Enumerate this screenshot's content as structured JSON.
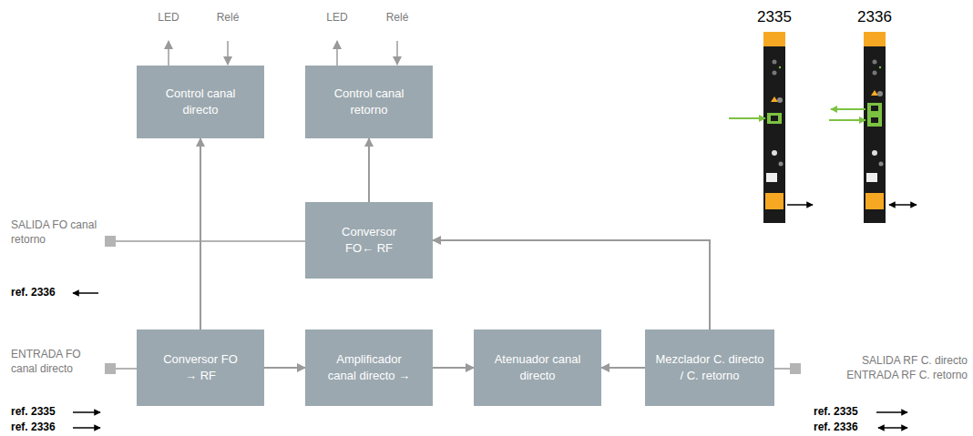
{
  "diagram": {
    "nodes": [
      {
        "text": [
          "Control canal directo"
        ]
      },
      {
        "text": [
          "Control canal retorno"
        ]
      },
      {
        "text": [
          "Conversor FO← RF"
        ]
      },
      {
        "text": [
          "Conversor FO → RF"
        ]
      },
      {
        "text": [
          "Amplificador canal directo →"
        ]
      },
      {
        "text": [
          "Atenuador canal directo"
        ]
      },
      {
        "text": [
          "Mezclador C. directo / C. retorno"
        ]
      }
    ],
    "edges": [
      {
        "from": 3,
        "to": 0,
        "arrow": "to"
      },
      {
        "from": 2,
        "to": 1,
        "arrow": "to"
      },
      {
        "from": 3,
        "to": 4,
        "arrow": "to"
      },
      {
        "from": 4,
        "to": 5,
        "arrow": "to"
      },
      {
        "from": 6,
        "to": 5,
        "arrow": "to"
      },
      {
        "from": 6,
        "to": 2,
        "arrow": "to"
      }
    ],
    "labels": [
      "LED",
      "Relé",
      "LED",
      "Relé",
      "SALIDA FO canal retorno",
      "ref. 2336",
      "ENTRADA FO canal directo",
      "ref. 2335",
      "ref. 2336",
      "SALIDA RF C. directo",
      "ENTRADA RF C. retorno",
      "ref. 2335",
      "ref. 2336",
      "2335",
      "2336"
    ]
  }
}
